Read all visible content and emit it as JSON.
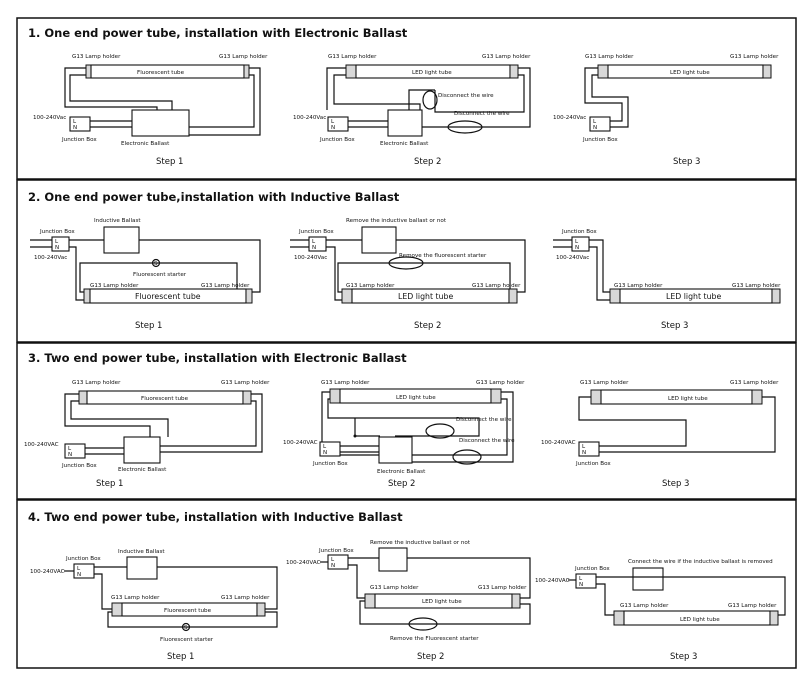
{
  "sections": [
    {
      "title": "1. One end power tube, installation with Electronic Ballast",
      "steps": [
        {
          "label": "Step 1",
          "holder_left": "G13 Lamp holder",
          "holder_right": "G13 Lamp holder",
          "tube": "Fluorescent tube",
          "voltage": "100-240Vac",
          "jbox": "Junction Box",
          "ballast": "Electronic Ballast"
        },
        {
          "label": "Step 2",
          "holder_left": "G13 Lamp holder",
          "holder_right": "G13 Lamp holder",
          "tube": "LED light tube",
          "voltage": "100-240Vac",
          "jbox": "Junction Box",
          "ballast": "Electronic Ballast",
          "note1": "Disconnect the wire",
          "note2": "Disconnect the wire"
        },
        {
          "label": "Step 3",
          "holder_left": "G13 Lamp holder",
          "holder_right": "G13 Lamp holder",
          "tube": "LED light tube",
          "voltage": "100-240Vac",
          "jbox": "Junction Box"
        }
      ]
    },
    {
      "title": "2. One end power tube,installation with Inductive Ballast",
      "steps": [
        {
          "label": "Step 1",
          "jbox": "Junction Box",
          "voltage": "100-240Vac",
          "ballast": "Inductive Ballast",
          "starter": "Fluorescent starter",
          "holder_left": "G13 Lamp holder",
          "holder_right": "G13 Lamp holder",
          "tube": "Fluorescent tube"
        },
        {
          "label": "Step 2",
          "jbox": "Junction Box",
          "voltage": "100-240Vac",
          "note1": "Remove the inductive ballast or not",
          "note2": "Remove the fluorescent starter",
          "holder_left": "G13 Lamp holder",
          "holder_right": "G13 Lamp holder",
          "tube": "LED light tube"
        },
        {
          "label": "Step 3",
          "jbox": "Junction Box",
          "voltage": "100-240Vac",
          "holder_left": "G13 Lamp holder",
          "holder_right": "G13 Lamp holder",
          "tube": "LED light tube"
        }
      ]
    },
    {
      "title": "3. Two end power tube, installation with Electronic Ballast",
      "steps": [
        {
          "label": "Step 1",
          "holder_left": "G13 Lamp holder",
          "holder_right": "G13 Lamp holder",
          "tube": "Fluorescent tube",
          "voltage": "100-240VAC",
          "jbox": "Junction Box",
          "ballast": "Electronic Ballast"
        },
        {
          "label": "Step 2",
          "holder_left": "G13 Lamp holder",
          "holder_right": "G13 Lamp holder",
          "tube": "LED light tube",
          "voltage": "100-240VAC",
          "jbox": "Junction Box",
          "ballast": "Electronic Ballast",
          "note1": "Disconnect the wire",
          "note2": "Disconnect the wire"
        },
        {
          "label": "Step 3",
          "holder_left": "G13 Lamp holder",
          "holder_right": "G13 Lamp holder",
          "tube": "LED light tube",
          "voltage": "100-240VAC",
          "jbox": "Junction Box"
        }
      ]
    },
    {
      "title": "4. Two end power tube, installation with Inductive Ballast",
      "steps": [
        {
          "label": "Step 1",
          "jbox": "Junction Box",
          "voltage": "100-240VAC",
          "ballast": "Inductive Ballast",
          "holder_left": "G13 Lamp holder",
          "holder_right": "G13 Lamp holder",
          "tube": "Fluorescent tube",
          "starter": "Fluorescent starter"
        },
        {
          "label": "Step 2",
          "jbox": "Junction Box",
          "voltage": "100-240VAC",
          "note1": "Remove the inductive ballast or not",
          "holder_left": "G13 Lamp holder",
          "holder_right": "G13 Lamp holder",
          "tube": "LED light tube",
          "note2": "Remove the Fluorescent starter"
        },
        {
          "label": "Step 3",
          "jbox": "Junction Box",
          "voltage": "100-240VAC",
          "note1": "Connect the wire if the inductive ballast is removed",
          "holder_left": "G13 Lamp holder",
          "holder_right": "G13 Lamp holder",
          "tube": "LED light tube"
        }
      ]
    }
  ],
  "jbox_terminals": {
    "line": "L",
    "neutral": "N"
  },
  "starter_symbol": "S"
}
